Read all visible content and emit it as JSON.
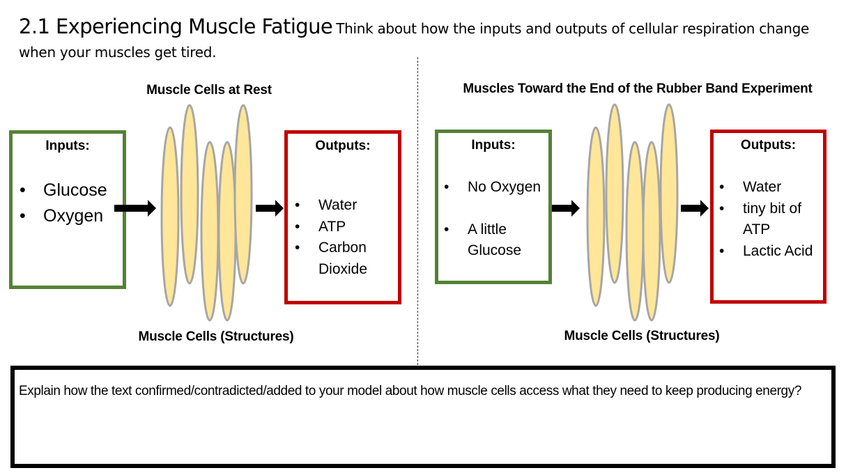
{
  "title": {
    "main": "2.1 Experiencing Muscle Fatigue",
    "subtitle": "Think about how the inputs and outputs of cellular respiration change when your muscles get tired."
  },
  "panels": [
    {
      "heading": "Muscle Cells at Rest",
      "inputs": {
        "title": "Inputs:",
        "items": [
          "Glucose",
          "Oxygen"
        ]
      },
      "outputs": {
        "title": "Outputs:",
        "items": [
          "Water",
          "ATP",
          "Carbon Dioxide"
        ]
      },
      "cells_label": "Muscle Cells (Structures)"
    },
    {
      "heading": "Muscles Toward the End of the Rubber Band Experiment",
      "inputs": {
        "title": "Inputs:",
        "items": [
          "No Oxygen",
          "A little Glucose"
        ]
      },
      "outputs": {
        "title": "Outputs:",
        "items": [
          "Water",
          "tiny bit of ATP",
          "Lactic Acid"
        ]
      },
      "cells_label": "Muscle Cells (Structures)"
    }
  ],
  "question": {
    "prompt": "Explain how the text confirmed/contradicted/added to your model about how muscle cells access what they need to keep producing energy?",
    "answer": ""
  },
  "colors": {
    "inputs_border": "#548235",
    "outputs_border": "#c00000",
    "cell_fill": "#ffe699",
    "cell_stroke": "#a6a6a6"
  }
}
